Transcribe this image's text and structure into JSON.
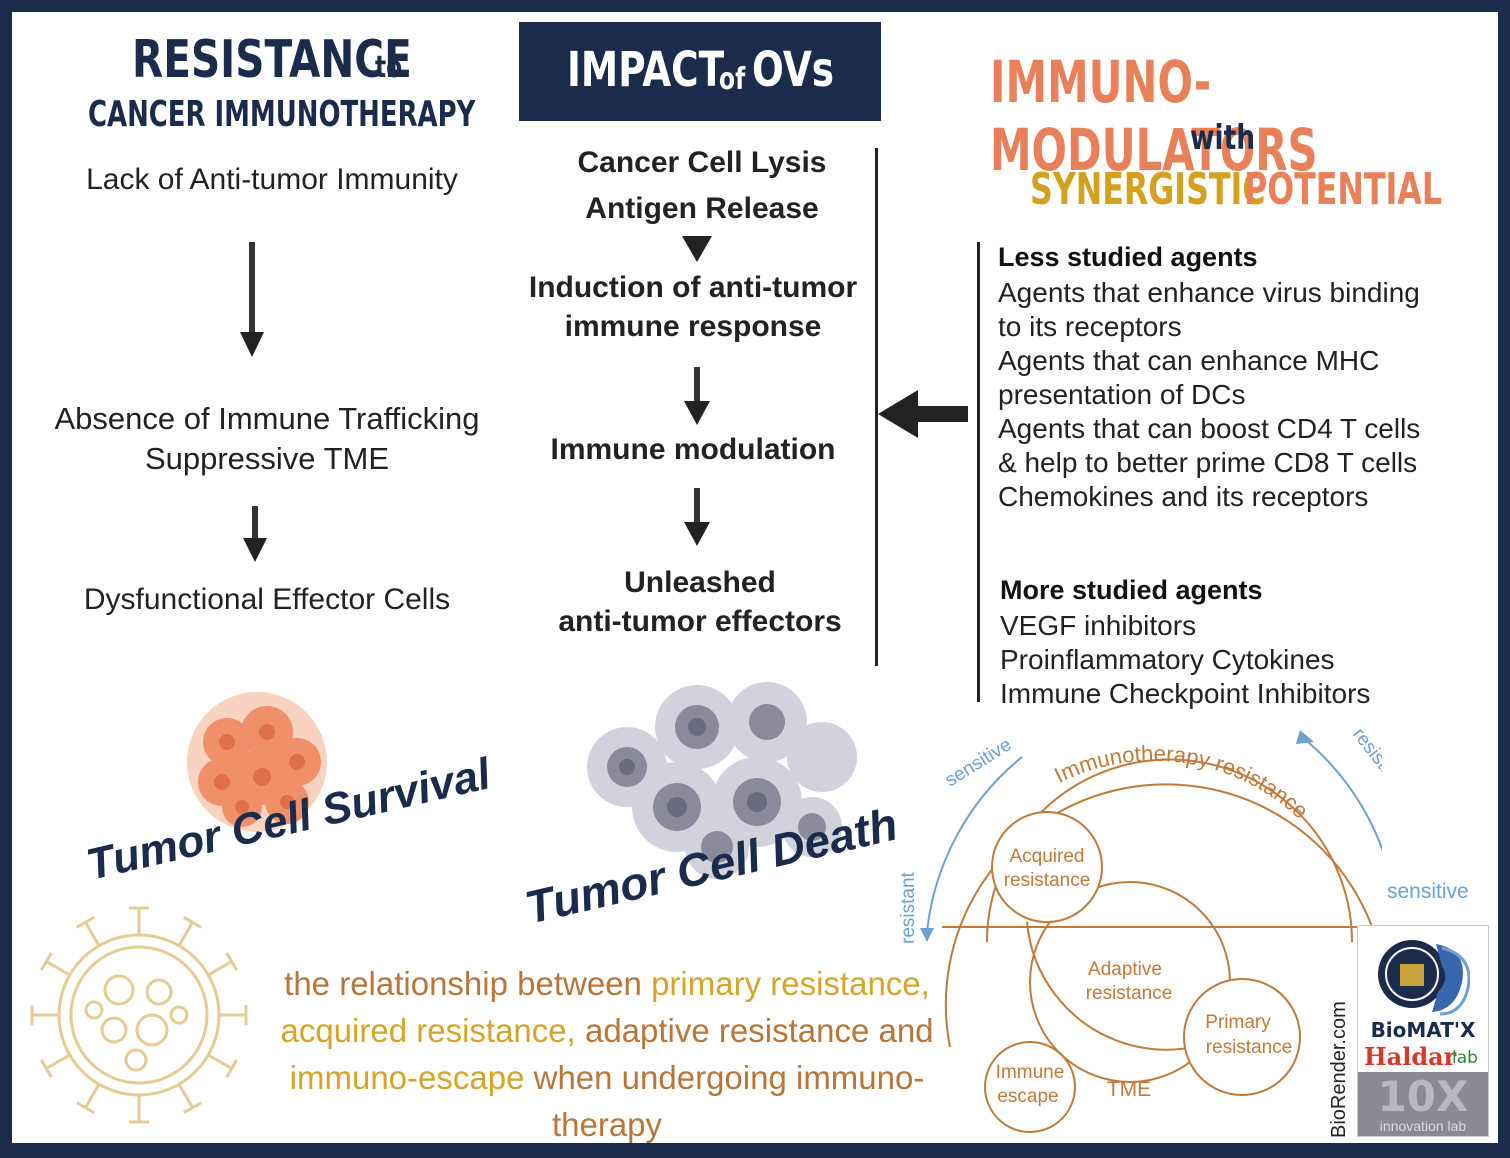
{
  "left_column": {
    "title_main": "RESISTANCE",
    "title_to": "to",
    "title_sub": "CANCER IMMUNOTHERAPY",
    "steps": [
      "Lack of Anti-tumor Immunity",
      "Absence of Immune Trafficking",
      "Suppressive TME",
      "Dysfunctional Effector Cells"
    ],
    "outcome": "Tumor Cell Survival"
  },
  "middle_column": {
    "header_main": "IMPACT",
    "header_of": "of",
    "header_ovs": "OVs",
    "steps": [
      "Cancer Cell Lysis",
      "Antigen Release",
      "Induction of anti-tumor",
      "immune response",
      "Immune modulation",
      "Unleashed",
      "anti-tumor effectors"
    ],
    "outcome": "Tumor Cell Death"
  },
  "right_column": {
    "title_main": "IMMUNO-MODULATORS",
    "title_with": "with",
    "title_synergistic": "SYNERGISTIC",
    "title_potential": "POTENTIAL",
    "less_studied_heading": "Less studied agents",
    "less_studied_items": [
      "Agents that enhance virus binding",
      "to its receptors",
      "Agents that can enhance MHC",
      "presentation of DCs",
      "Agents that can boost CD4 T cells",
      "& help to better prime CD8 T cells",
      "Chemokines and its receptors"
    ],
    "more_studied_heading": "More studied agents",
    "more_studied_items": [
      "VEGF inhibitors",
      "Proinflammatory Cytokines",
      "Immune Checkpoint Inhibitors"
    ]
  },
  "caption": {
    "line1_a": "the relationship between ",
    "line1_b": "primary resistance,",
    "line2_a": "acquired resistance, ",
    "line2_b": "adaptive resistance and",
    "line3_a": "immuno-escape ",
    "line3_b": "when undergoing immuno-therapy"
  },
  "resistance_diagram": {
    "outer_label": "Immunotherapy resistance",
    "acquired": [
      "Acquired",
      "resistance"
    ],
    "adaptive": [
      "Adaptive",
      "resistance"
    ],
    "primary": [
      "Primary",
      "resistance"
    ],
    "escape": [
      "Immune",
      "escape"
    ],
    "tme": "TME",
    "sensitive_left": "sensitive",
    "resistant_left": "resistant",
    "resistant_right": "resistant",
    "sensitive_right": "sensitive"
  },
  "credits": {
    "biorender": "BioRender.com",
    "biomatx": "BioMAT'X",
    "haldar": "Haldar",
    "lab": "lab",
    "tenx": "10X",
    "innovation": "innovation lab"
  },
  "colors": {
    "navy": "#1b2b4b",
    "salmon": "#e8805a",
    "gold": "#d4a020",
    "caption_brown": "#b8763a",
    "caption_gold": "#d4a52a",
    "diagram_brown": "#c07a3a",
    "arrow_blue": "#6ea0d0"
  }
}
